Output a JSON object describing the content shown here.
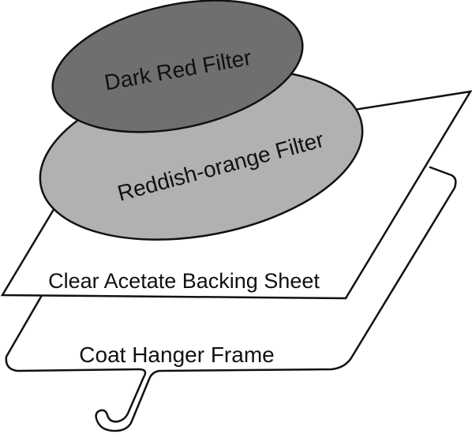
{
  "diagram": {
    "layers": [
      {
        "id": "dark-red-filter",
        "label": "Dark Red Filter",
        "fill": "#6f6f6f"
      },
      {
        "id": "reddish-orange-filter",
        "label": "Reddish-orange Filter",
        "fill": "#b1b1b1"
      },
      {
        "id": "clear-acetate-backing-sheet",
        "label": "Clear Acetate Backing Sheet",
        "fill": "#ffffff"
      },
      {
        "id": "coat-hanger-frame",
        "label": "Coat Hanger Frame",
        "fill": "none"
      }
    ],
    "stroke_color": "#111111"
  }
}
